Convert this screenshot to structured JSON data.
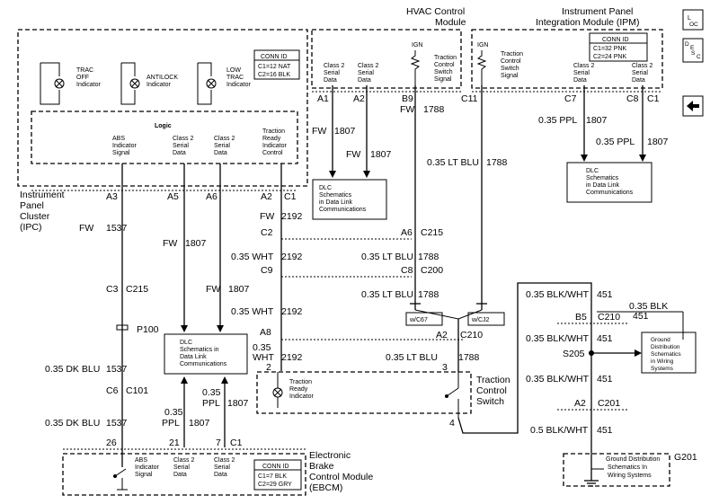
{
  "nav": {
    "loc_top": "L",
    "loc_bottom": "OC",
    "desc_top": "D",
    "desc_mid": "E",
    "desc_sub": "S",
    "desc_bottom": "C",
    "back": "←"
  },
  "hvac": {
    "title1": "HVAC Control",
    "title2": "Module",
    "ign": "IGN",
    "c2a": "Class 2",
    "c2b": "Serial",
    "c2c": "Data",
    "tc1": "Traction",
    "tc2": "Control",
    "tc3": "Switch",
    "tc4": "Signal",
    "pin_a1": "A1",
    "pin_a2": "A2",
    "pin_b9": "B9",
    "pin_fw1": "FW",
    "pin_fw2": "1788"
  },
  "ipm": {
    "title1": "Instrument Panel",
    "title2": "Integration Module (IPM)",
    "conn_title": "CONN ID",
    "conn_c1": "C1=32 PNK",
    "conn_c2": "C2=24 PNK",
    "ign": "IGN",
    "tc1": "Traction",
    "tc2": "Control",
    "tc3": "Switch",
    "tc4": "Signal",
    "c2a": "Class 2",
    "c2b": "Serial",
    "c2c": "Data",
    "pin_c11": "C11",
    "pin_c7": "C7",
    "pin_c8": "C8",
    "pin_c1": "C1"
  },
  "ipc": {
    "label1": "Instrument",
    "label2": "Panel",
    "label3": "Cluster",
    "label4": "(IPC)",
    "conn_title": "CONN ID",
    "conn_c1": "C1=12 NAT",
    "conn_c2": "C2=16 BLK",
    "trac1": "TRAC",
    "trac2": "OFF",
    "trac3": "Indicator",
    "abs1": "ANTILOCK",
    "abs2": "Indicator",
    "low1": "LOW",
    "low2": "TRAC",
    "low3": "Indicator",
    "logic": "Logic",
    "abs_sig1": "ABS",
    "abs_sig2": "Indicator",
    "abs_sig3": "Signal",
    "c2a": "Class 2",
    "c2b": "Serial",
    "c2c": "Data",
    "tr1": "Traction",
    "tr2": "Ready",
    "tr3": "Indicator",
    "tr4": "Control",
    "pin_a3": "A3",
    "pin_a5": "A5",
    "pin_a6": "A6",
    "pin_a2": "A2",
    "pin_c1": "C1"
  },
  "dlc1": {
    "l1": "DLC",
    "l2": "Schematics",
    "l3": "in Data Link",
    "l4": "Communications"
  },
  "dlc2": {
    "l1": "DLC",
    "l2": "Schematics",
    "l3": "in Data Link",
    "l4": "Communications"
  },
  "dlc3": {
    "l1": "DLC",
    "l2": "Schematics in",
    "l3": "Data Link",
    "l4": "Communications"
  },
  "gnd_dist": {
    "l1": "Ground",
    "l2": "Distribution",
    "l3": "Schematics",
    "l4": "in Wiring",
    "l5": "Systems"
  },
  "gnd_dist2": {
    "l1": "Ground Distribution",
    "l2": "Schematics In",
    "l3": "Wiring Systems"
  },
  "ebcm": {
    "label1": "Electronic",
    "label2": "Brake",
    "label3": "Control Module",
    "label4": "(EBCM)",
    "conn_title": "CONN ID",
    "conn_c1": "C1=7 BLK",
    "conn_c2": "C2=29 GRY",
    "abs1": "ABS",
    "abs2": "Indicator",
    "abs3": "Signal",
    "c2a": "Class 2",
    "c2b": "Serial",
    "c2c": "Data",
    "pin_26": "26",
    "pin_21": "21",
    "pin_7": "7",
    "pin_c1": "C1"
  },
  "tcs": {
    "label1": "Traction",
    "label2": "Control",
    "label3": "Switch",
    "tr1": "Traction",
    "tr2": "Ready",
    "tr3": "Indicator",
    "pin_2": "2",
    "pin_3": "3",
    "pin_4": "4"
  },
  "wires": {
    "fw": "FW",
    "w1537": "1537",
    "w1807": "1807",
    "w1788": "1788",
    "w2192": "2192",
    "w451": "451",
    "fw1807a": "FW",
    "fw1807b": "FW",
    "fw1807c": "FW",
    "fw1807d": "FW",
    "ltblu_1788": "0.35 LT BLU",
    "ltblu_b": "0.35 LT BLU",
    "ltblu_c": "0.35 LT BLU",
    "ltblu_d": "0.35 LT BLU",
    "ppl_a": "0.35 PPL",
    "ppl_b": "0.35 PPL",
    "wht_a": "0.35 WHT",
    "wht_b": "0.35 WHT",
    "wht_c1": "0.35",
    "wht_c2": "WHT",
    "dkblu_a": "0.35 DK BLU",
    "dkblu_b": "0.35 DK BLU",
    "ppl_c1": "0.35",
    "ppl_c2": "PPL",
    "ppl_d1": "0.35",
    "ppl_d2": "PPL",
    "blkwht_a": "0.35 BLK/WHT",
    "blkwht_b": "0.35 BLK/WHT",
    "blkwht_c": "0.35 BLK/WHT",
    "blkwht_d": "0.5 BLK/WHT",
    "blk": "0.35 BLK",
    "fw2192": "FW"
  },
  "conns": {
    "c215": "C215",
    "c200": "C200",
    "c2": "C2",
    "c9": "C9",
    "a6": "A6",
    "c8": "C8",
    "a8": "A8",
    "a2": "A2",
    "c210": "C210",
    "c3": "C3",
    "c215b": "C215",
    "p100": "P100",
    "c6": "C6",
    "c101": "C101",
    "b5": "B5",
    "c210b": "C210",
    "s205": "S205",
    "a2b": "A2",
    "c201": "C201",
    "g201": "G201",
    "opt_c67": "w/C67",
    "opt_cj2": "w/CJ2"
  }
}
